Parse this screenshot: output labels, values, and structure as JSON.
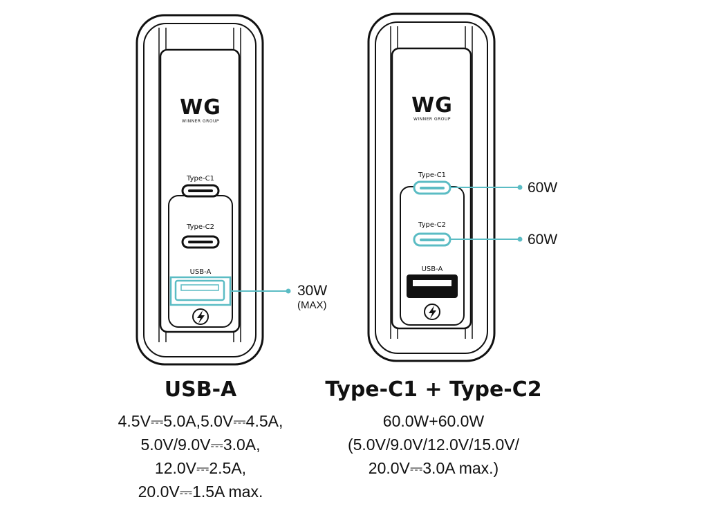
{
  "left_charger": {
    "logo": "WG",
    "logo_sub": "WINNER GROUP",
    "ports": [
      "Type-C1",
      "Type-C2",
      "USB-A"
    ],
    "callout_value": "30W",
    "callout_note": "(MAX)"
  },
  "right_charger": {
    "logo": "WG",
    "logo_sub": "WINNER GROUP",
    "ports": [
      "Type-C1",
      "Type-C2",
      "USB-A"
    ],
    "callout_c1": "60W",
    "callout_c2": "60W"
  },
  "left_caption": {
    "title": "USB-A",
    "lines": [
      "4.5V⎓5.0A,5.0V⎓4.5A,",
      "5.0V/9.0V⎓3.0A,",
      "12.0V⎓2.5A,",
      "20.0V⎓1.5A max."
    ]
  },
  "right_caption": {
    "title": "Type-C1 + Type-C2",
    "lines": [
      "60.0W+60.0W",
      "(5.0V/9.0V/12.0V/15.0V/",
      "20.0V⎓3.0A max.)"
    ]
  },
  "colors": {
    "highlight": "#5bbcc4",
    "outline": "#111111"
  },
  "icons": [
    "lightning-icon"
  ]
}
